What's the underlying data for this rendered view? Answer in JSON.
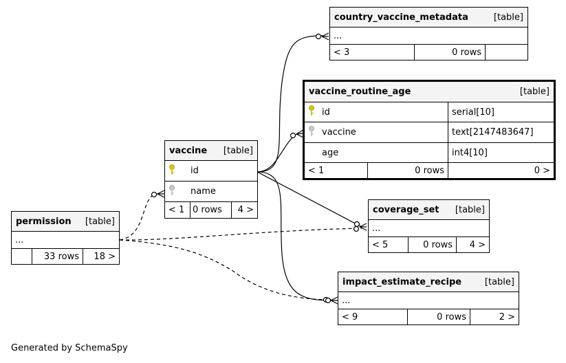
{
  "tables": {
    "country_vaccine_metadata": {
      "name": "country_vaccine_metadata",
      "kind": "[table]",
      "rows": [
        "..."
      ],
      "footer": {
        "parents": "< 3",
        "rows": "0 rows",
        "children": ""
      }
    },
    "vaccine_routine_age": {
      "name": "vaccine_routine_age",
      "kind": "[table]",
      "columns": [
        {
          "name": "id",
          "type": "serial[10]",
          "key": "primary"
        },
        {
          "name": "vaccine",
          "type": "text[2147483647]",
          "key": "foreign"
        },
        {
          "name": "age",
          "type": "int4[10]",
          "key": ""
        }
      ],
      "footer": {
        "parents": "< 1",
        "rows": "0 rows",
        "children": "0 >"
      }
    },
    "vaccine": {
      "name": "vaccine",
      "kind": "[table]",
      "columns": [
        {
          "name": "id",
          "key": "primary"
        },
        {
          "name": "name",
          "key": "foreign"
        }
      ],
      "footer": {
        "parents": "< 1",
        "rows": "0 rows",
        "children": "4 >"
      }
    },
    "permission": {
      "name": "permission",
      "kind": "[table]",
      "rows": [
        "..."
      ],
      "footer": {
        "parents": "",
        "rows": "33 rows",
        "children": "18 >"
      }
    },
    "coverage_set": {
      "name": "coverage_set",
      "kind": "[table]",
      "rows": [
        "..."
      ],
      "footer": {
        "parents": "< 5",
        "rows": "0 rows",
        "children": "4 >"
      }
    },
    "impact_estimate_recipe": {
      "name": "impact_estimate_recipe",
      "kind": "[table]",
      "rows": [
        "..."
      ],
      "footer": {
        "parents": "< 9",
        "rows": "0 rows",
        "children": "2 >"
      }
    }
  },
  "colors": {
    "primary_key": "#d4c51a",
    "foreign_key": "#b8b8b8",
    "header_bg": "#f4f4f4"
  },
  "footer_text": "Generated by SchemaSpy"
}
